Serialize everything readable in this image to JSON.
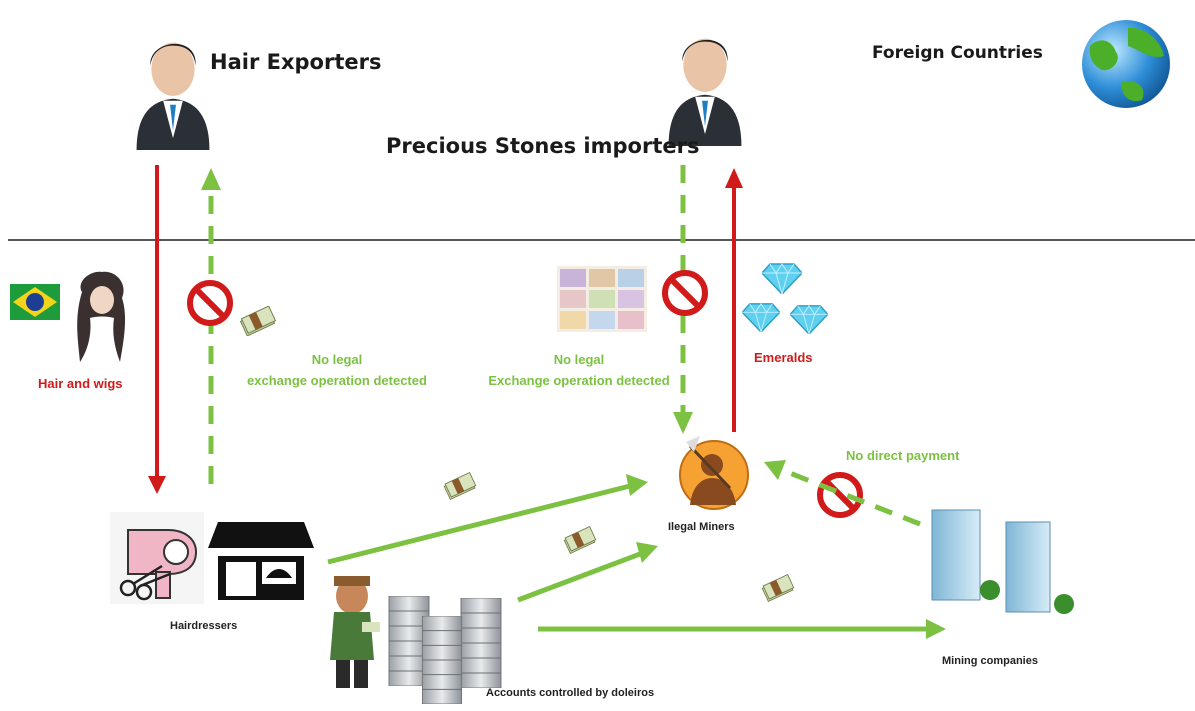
{
  "labels": {
    "hair_exporters": "Hair Exporters",
    "precious_stones_importers": "Precious Stones importers",
    "foreign_countries": "Foreign Countries",
    "hair_and_wigs": "Hair and wigs",
    "no_legal_1_line1": "No legal",
    "no_legal_1_line2": "exchange operation detected",
    "no_legal_2_line1": "No legal",
    "no_legal_2_line2": "Exchange operation detected",
    "emeralds": "Emeralds",
    "no_direct_payment": "No direct payment",
    "ilegal_miners": "Ilegal Miners",
    "hairdressers": "Hairdressers",
    "mining_companies": "Mining companies",
    "accounts_controlled": "Accounts controlled by doleiros"
  },
  "colors": {
    "red_arrow": "#d11a1a",
    "green_arrow": "#7cc142",
    "divider": "#555555",
    "prohibited": "#d11a1a"
  },
  "icons": [
    "businessman-icon",
    "globe-icon",
    "brazil-flag-icon",
    "wig-icon",
    "prohibited-icon",
    "banknotes-icon",
    "currency-collage-icon",
    "emerald-icon",
    "miner-icon",
    "hairdryer-icon",
    "scissors-icon",
    "shop-icon",
    "doleiro-person-icon",
    "bank-building-icon",
    "office-building-icon"
  ]
}
